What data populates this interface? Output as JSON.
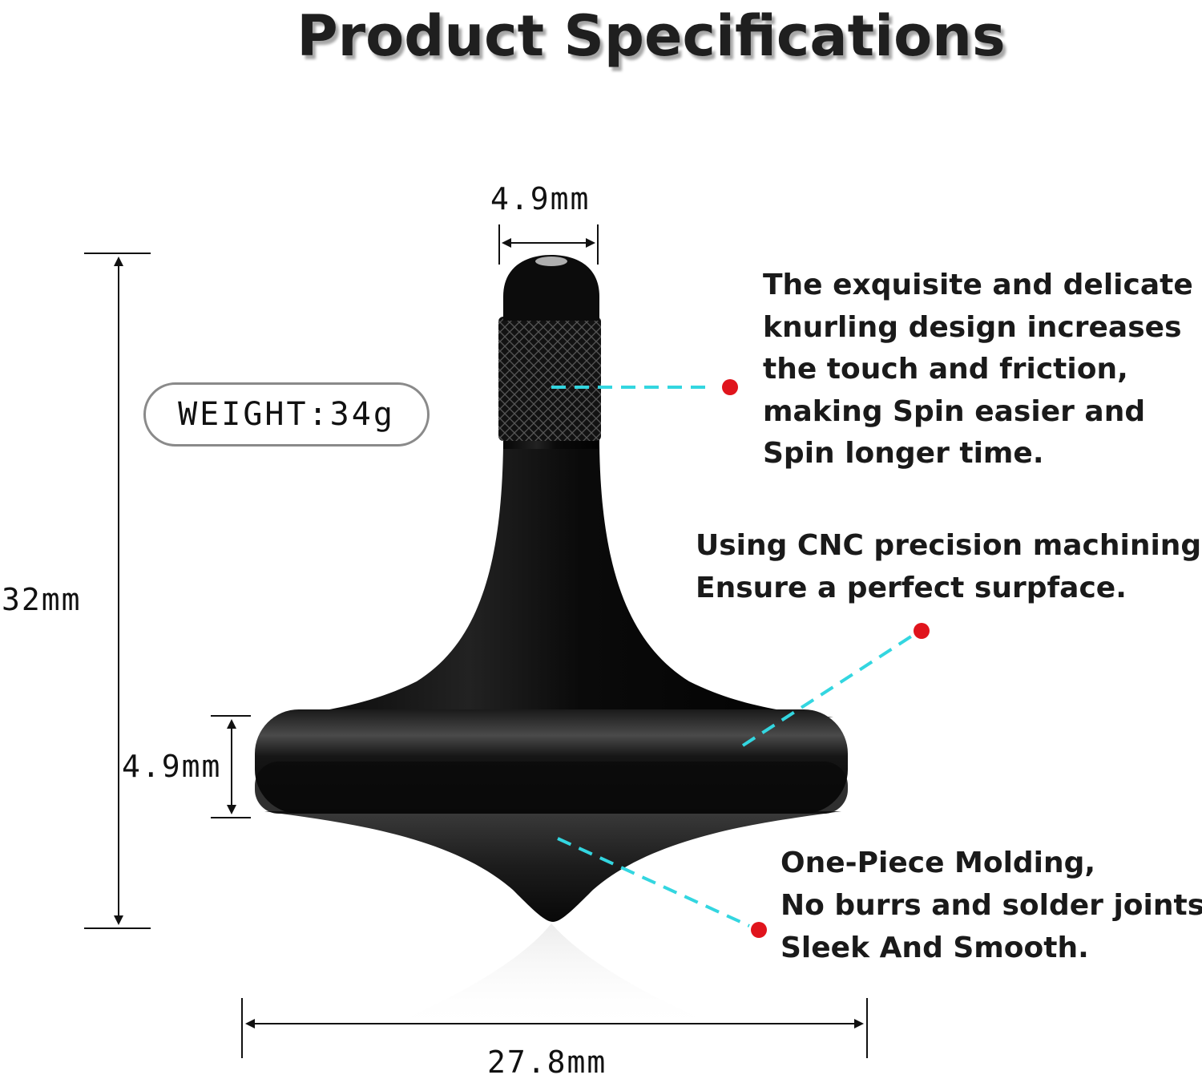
{
  "title": "Product Specifications",
  "dimensions": {
    "tip_width": "4.9mm",
    "total_height": "32mm",
    "rim_height": "4.9mm",
    "base_width": "27.8mm"
  },
  "weight": "WEIGHT:34g",
  "callouts": {
    "knurling": [
      "The exquisite and delicate",
      "knurling design increases",
      "the touch and friction,",
      "making Spin easier and",
      "Spin longer time."
    ],
    "cnc": [
      "Using CNC precision machining,",
      "Ensure a perfect surpface."
    ],
    "molding": [
      "One-Piece Molding,",
      "No burrs and solder joints,",
      "Sleek And Smooth."
    ]
  },
  "colors": {
    "leader_line": "#33d6e0",
    "dot": "#e0141c",
    "product": "#0b0b0b"
  }
}
